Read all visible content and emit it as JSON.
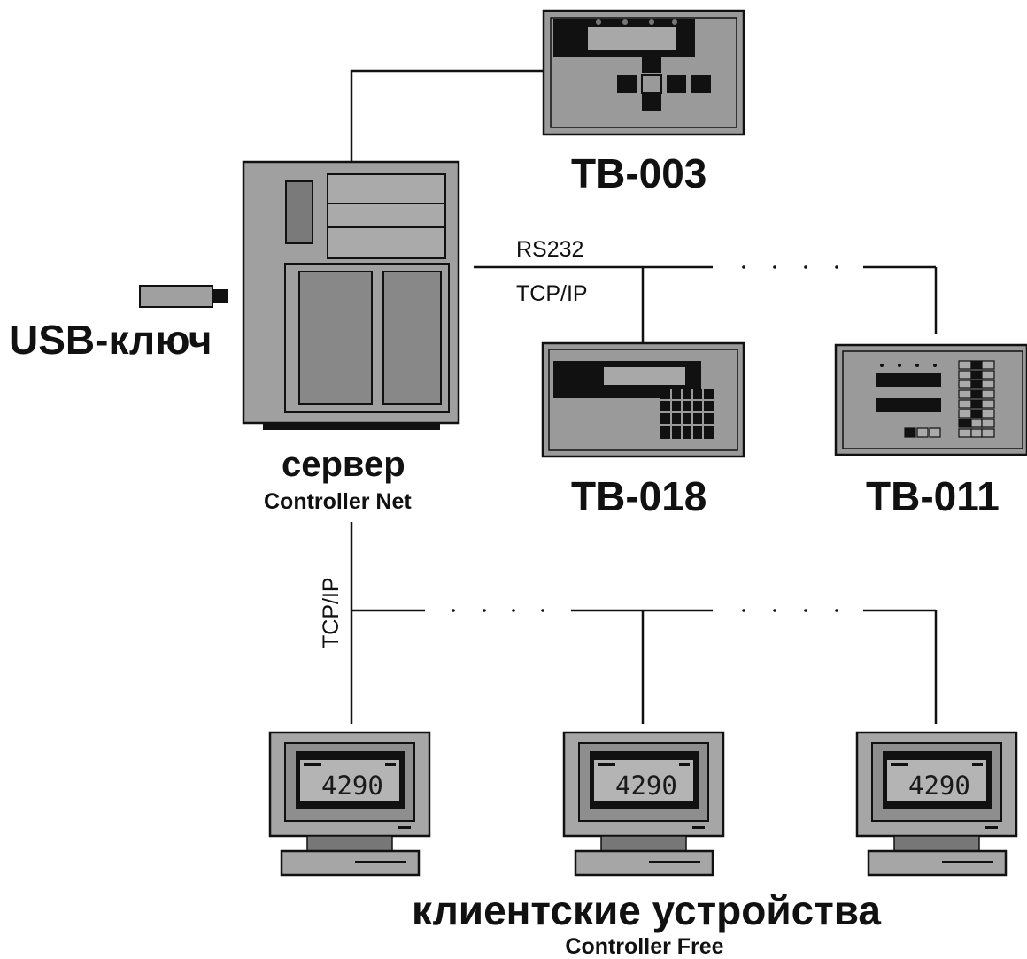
{
  "devices": {
    "tb003": {
      "label": "TB-003"
    },
    "tb018": {
      "label": "TB-018"
    },
    "tb011": {
      "label": "TB-011"
    }
  },
  "server": {
    "title": "сервер",
    "subtitle": "Controller Net"
  },
  "usb": {
    "label": "USB-ключ"
  },
  "network": {
    "serial_label": "RS232",
    "tcp_label_top": "TCP/IP",
    "tcp_label_vertical": "TCP/IP"
  },
  "clients": {
    "title": "клиентские устройства",
    "subtitle": "Controller Free",
    "display_value": "4290",
    "count": 3
  }
}
